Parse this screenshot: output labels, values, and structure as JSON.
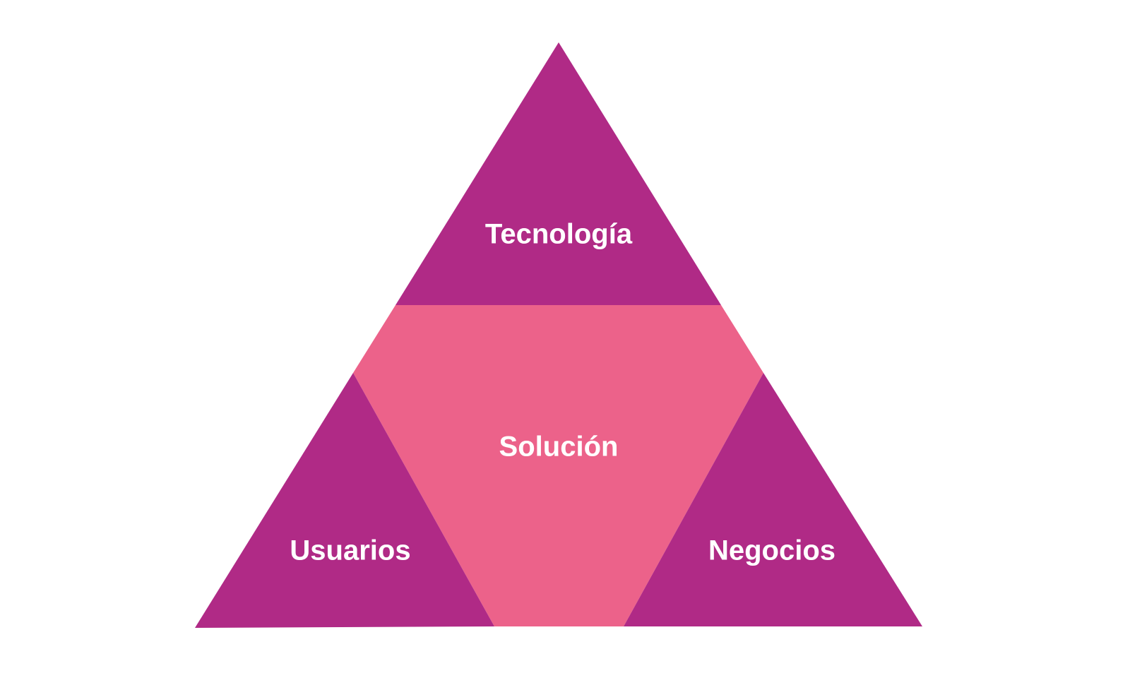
{
  "colors": {
    "background": "#ffffff",
    "outer_triangles": "#b02a86",
    "center_region": "#ec628a",
    "label_text": "#ffffff"
  },
  "segments": {
    "top": {
      "label": "Tecnología"
    },
    "center": {
      "label": "Solución"
    },
    "left": {
      "label": "Usuarios"
    },
    "right": {
      "label": "Negocios"
    }
  }
}
